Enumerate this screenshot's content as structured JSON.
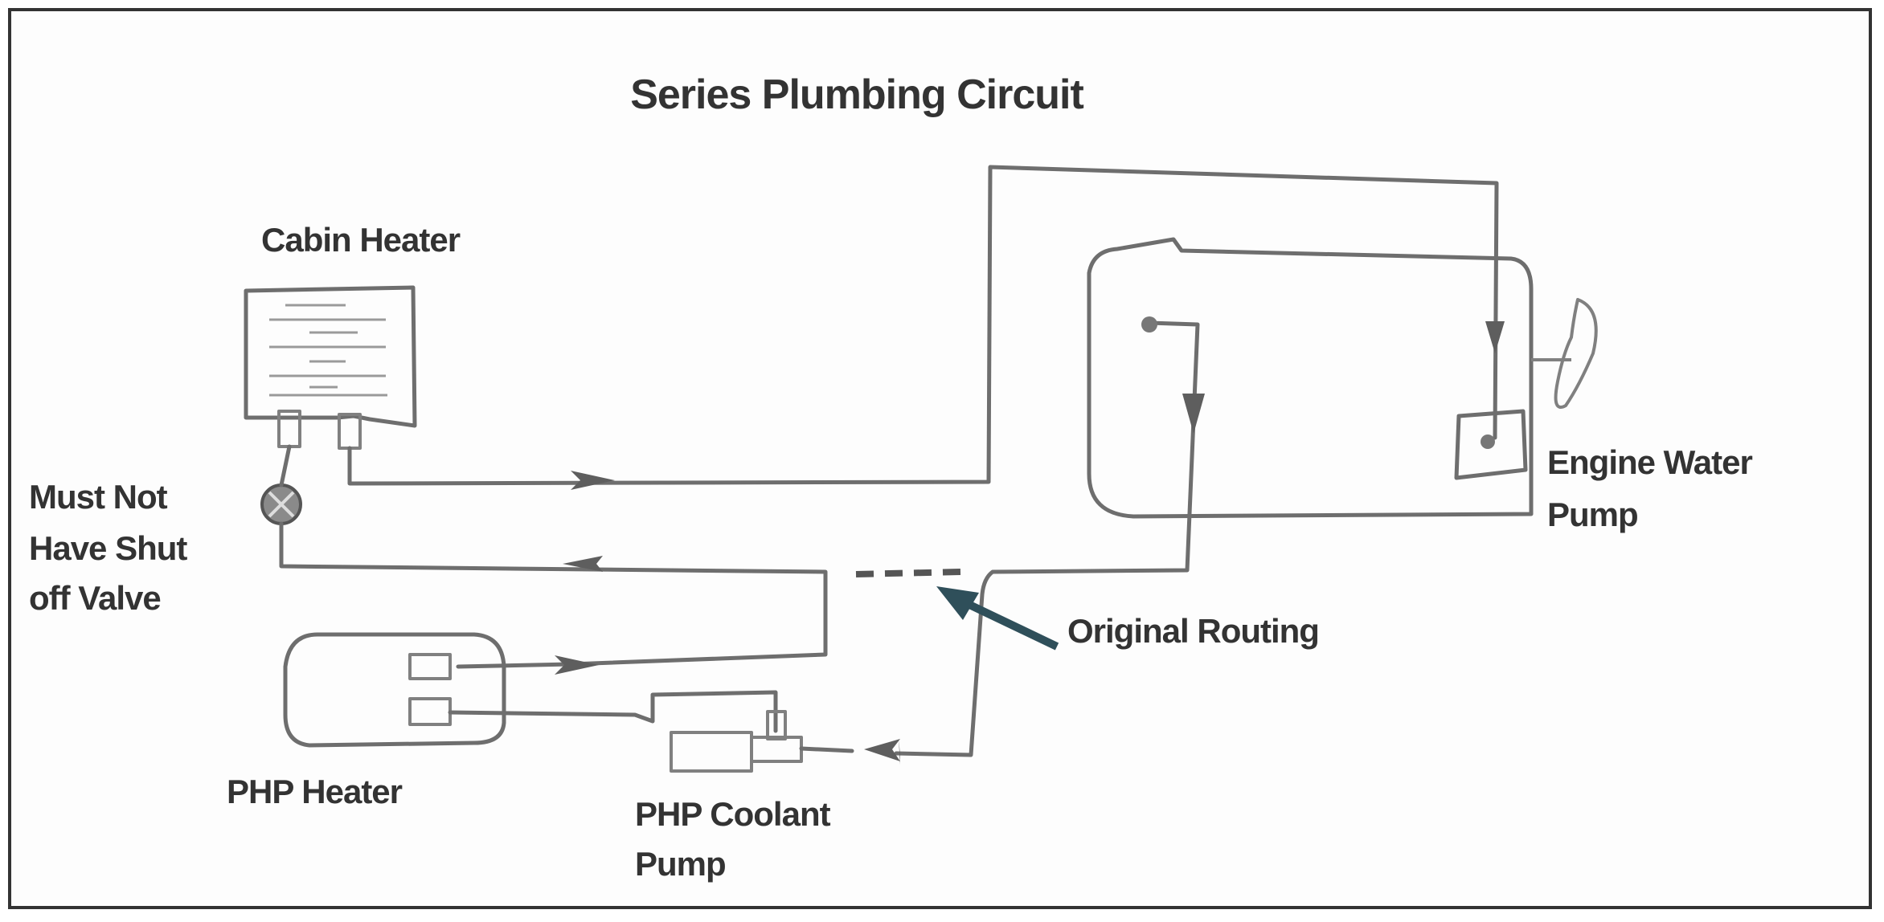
{
  "diagram": {
    "title": "Series Plumbing Circuit",
    "labels": {
      "cabin_heater": "Cabin Heater",
      "valve_note": [
        "Must Not",
        "Have Shut",
        "off Valve"
      ],
      "engine_water_pump": [
        "Engine Water",
        "Pump"
      ],
      "original_routing": "Original Routing",
      "php_heater": "PHP Heater",
      "php_coolant_pump": [
        "PHP Coolant",
        "Pump"
      ]
    },
    "components": [
      {
        "id": "cabin-heater",
        "name": "Cabin Heater"
      },
      {
        "id": "shutoff-valve",
        "name": "Shut off Valve (must not be present)"
      },
      {
        "id": "engine",
        "name": "Engine block"
      },
      {
        "id": "engine-water-pump",
        "name": "Engine Water Pump"
      },
      {
        "id": "fan",
        "name": "Engine fan"
      },
      {
        "id": "php-heater",
        "name": "PHP Heater"
      },
      {
        "id": "php-coolant-pump",
        "name": "PHP Coolant Pump"
      }
    ],
    "flow": [
      "Cabin Heater outlet → Engine Water Pump",
      "Engine outlet → PHP Coolant Pump",
      "PHP Coolant Pump → PHP Heater",
      "PHP Heater → Cabin Heater inlet (via valve location)"
    ],
    "colors": {
      "frame": "#333333",
      "pipe": "#6e6e6e",
      "callout_arrow": "#2f4f5a",
      "text": "#333333"
    }
  }
}
